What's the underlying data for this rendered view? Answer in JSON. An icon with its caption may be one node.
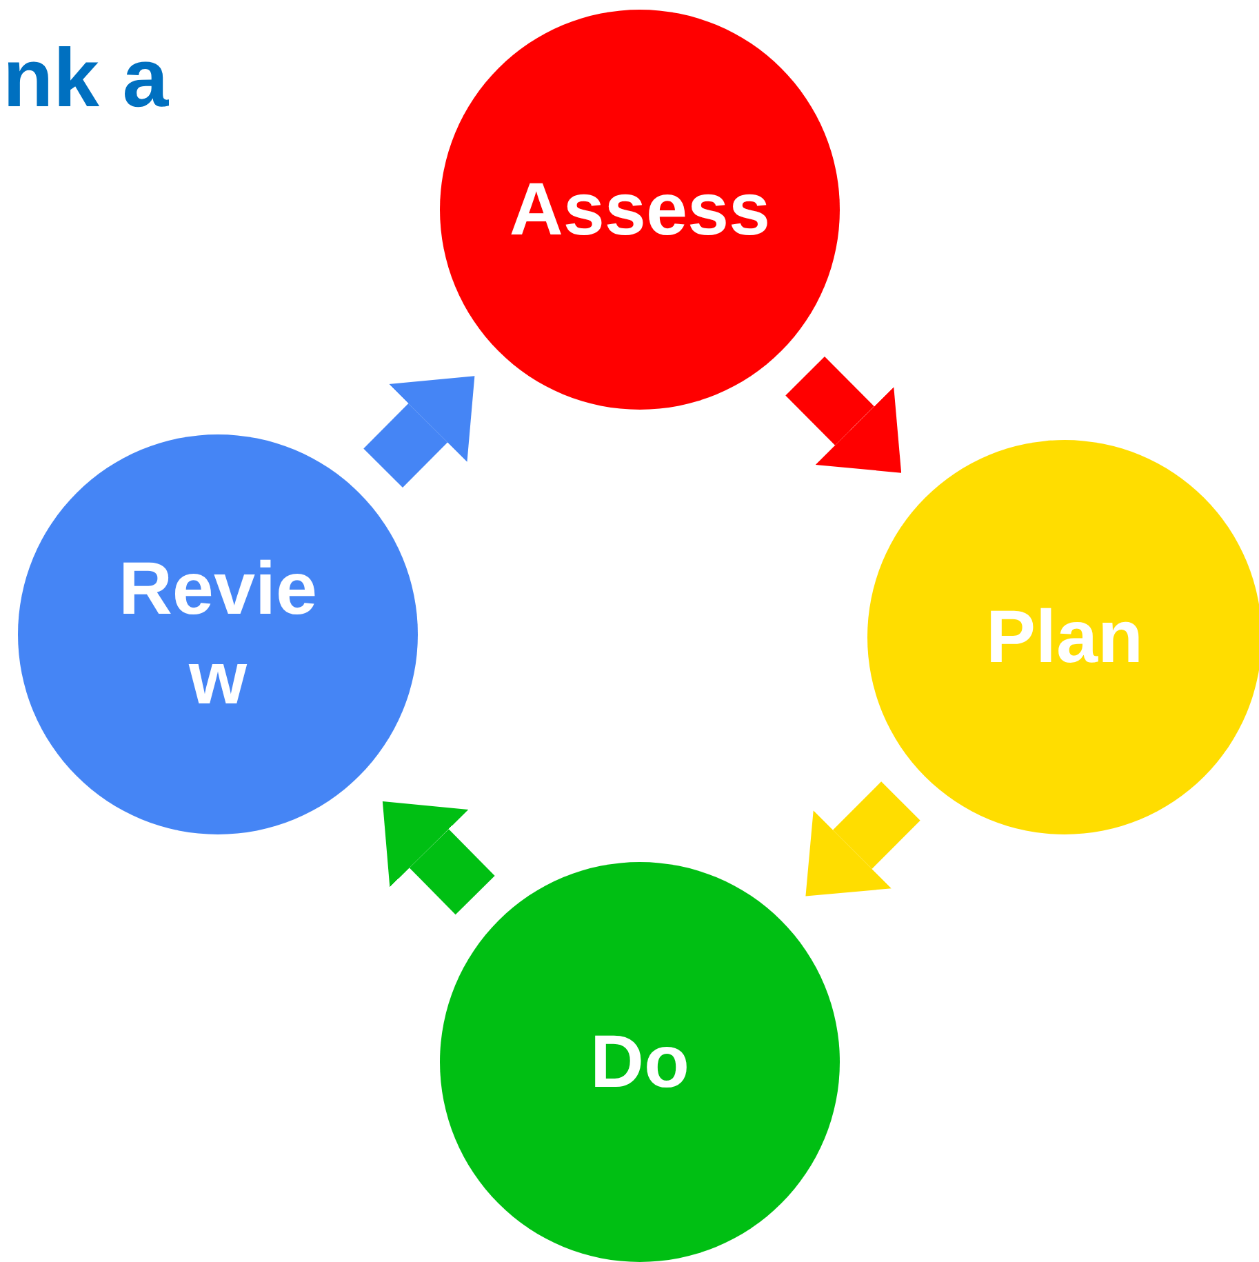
{
  "diagram": {
    "nodes": [
      {
        "text": [
          "Assess"
        ]
      },
      {
        "text": [
          "Plan"
        ]
      },
      {
        "text": [
          "Do"
        ]
      },
      {
        "text": [
          "Revie w"
        ]
      }
    ],
    "edges": [
      {
        "from": 0,
        "to": 1,
        "arrow": "to",
        "color": "#ff0000"
      },
      {
        "from": 1,
        "to": 2,
        "arrow": "to",
        "color": "#ffdd00"
      },
      {
        "from": 2,
        "to": 3,
        "arrow": "to",
        "color": "#00bf13"
      },
      {
        "from": 3,
        "to": 0,
        "arrow": "to",
        "color": "#4585f5"
      }
    ],
    "labels": [
      "nk a"
    ]
  }
}
